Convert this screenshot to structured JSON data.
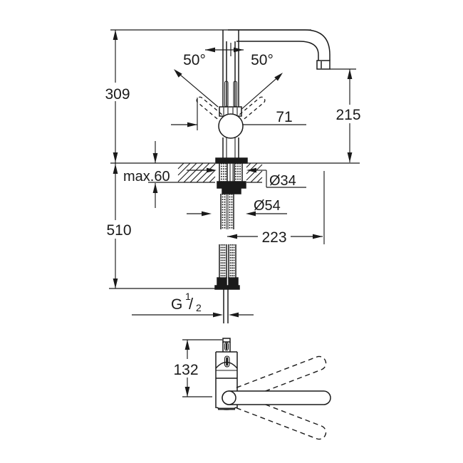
{
  "drawing": {
    "type": "technical-dimension-drawing",
    "subject": "single-lever kitchen faucet with U-spout, front view and top view",
    "colors": {
      "line": "#1a1a1a",
      "background": "#ffffff"
    },
    "labels": {
      "height_above_deck": "309",
      "height_below_total": "510",
      "spout_outlet_height": "215",
      "spout_reach": "223",
      "lever_projection": "71",
      "max_deck_thickness": "max.60",
      "shank_diameter": "Ø34",
      "base_diameter": "Ø54",
      "swivel_angle_left": "50°",
      "swivel_angle_right": "50°",
      "handle_height": "132",
      "thread_g": "G",
      "thread_numerator": "1",
      "thread_slash": "/",
      "thread_denominator": "2"
    }
  }
}
